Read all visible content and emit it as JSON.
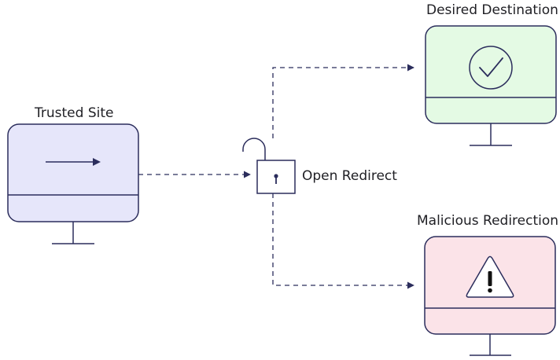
{
  "nodes": {
    "trusted_site": {
      "label": "Trusted Site",
      "icon": "right-arrow-icon"
    },
    "open_redirect": {
      "label": "Open Redirect",
      "icon": "open-padlock-icon"
    },
    "desired_destination": {
      "label": "Desired Destination",
      "icon": "checkmark-circle-icon"
    },
    "malicious_redirection": {
      "label": "Malicious Redirection",
      "icon": "warning-triangle-icon"
    }
  },
  "colors": {
    "stroke": "#2b2d5c",
    "trusted_fill": "#e6e6fa",
    "desired_fill": "#e4fae4",
    "malicious_fill": "#fbe3e8",
    "lock_fill": "#ffffff",
    "text": "#1f1f24"
  }
}
